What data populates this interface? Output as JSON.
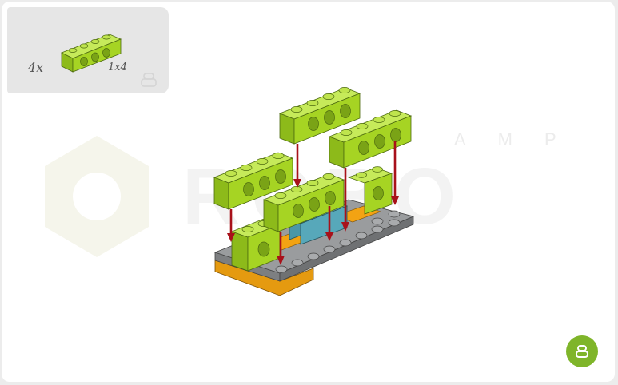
{
  "parts_list": {
    "quantity": "4x",
    "part_name": "1x4"
  },
  "watermark": {
    "text_top": "AMP",
    "text_main": "ROBO"
  },
  "colors": {
    "beam_green": "#a6d423",
    "plate_gray": "#8d8f91",
    "plate_orange": "#f3a313",
    "base_orange_side": "#e59a10",
    "brick_teal": "#57a8ba",
    "arrow_red": "#a8111a",
    "button_green": "#7fb52a"
  },
  "icons": {
    "panel_corner": "bricks-stack-icon",
    "bottom_right_button": "bricks-stack-icon"
  }
}
